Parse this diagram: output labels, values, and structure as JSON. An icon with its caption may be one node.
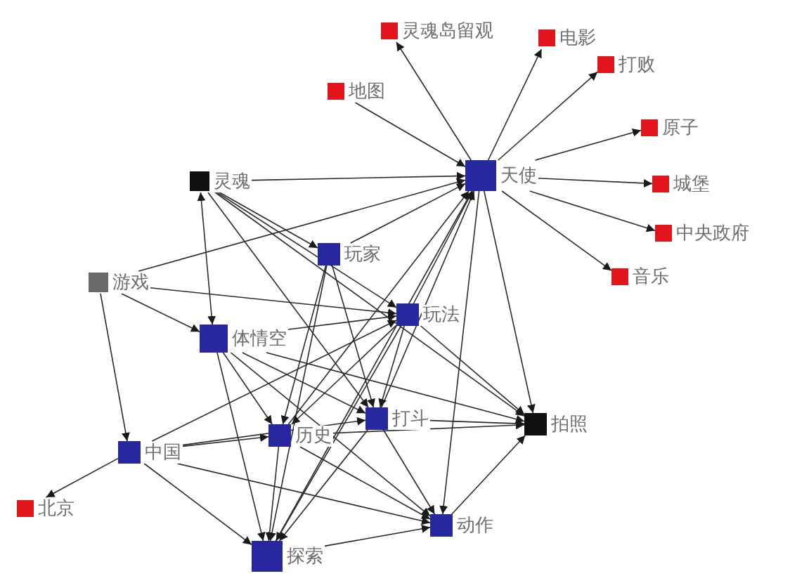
{
  "diagram": {
    "nodes": [
      {
        "text": [
          "灵魂岛留观"
        ]
      },
      {
        "text": [
          "电影"
        ]
      },
      {
        "text": [
          "打败"
        ]
      },
      {
        "text": [
          "地图"
        ]
      },
      {
        "text": [
          "原子"
        ]
      },
      {
        "text": [
          "天使"
        ]
      },
      {
        "text": [
          "灵魂"
        ]
      },
      {
        "text": [
          "城堡"
        ]
      },
      {
        "text": [
          "中央政府"
        ]
      },
      {
        "text": [
          "玩家"
        ]
      },
      {
        "text": [
          "音乐"
        ]
      },
      {
        "text": [
          "游戏"
        ]
      },
      {
        "text": [
          "玩法"
        ]
      },
      {
        "text": [
          "体情空"
        ]
      },
      {
        "text": [
          "打斗"
        ]
      },
      {
        "text": [
          "拍照"
        ]
      },
      {
        "text": [
          "历史"
        ]
      },
      {
        "text": [
          "中国"
        ]
      },
      {
        "text": [
          "北京"
        ]
      },
      {
        "text": [
          "动作"
        ]
      },
      {
        "text": [
          "探索"
        ]
      }
    ],
    "edges": [
      {
        "from": 5,
        "to": 0,
        "arrow": "to"
      },
      {
        "from": 5,
        "to": 1,
        "arrow": "to"
      },
      {
        "from": 5,
        "to": 2,
        "arrow": "to"
      },
      {
        "from": 3,
        "to": 5,
        "arrow": "to"
      },
      {
        "from": 5,
        "to": 4,
        "arrow": "to"
      },
      {
        "from": 5,
        "to": 7,
        "arrow": "to"
      },
      {
        "from": 5,
        "to": 8,
        "arrow": "to"
      },
      {
        "from": 5,
        "to": 10,
        "arrow": "to"
      },
      {
        "from": 6,
        "to": 5,
        "arrow": "to"
      },
      {
        "from": 11,
        "to": 5,
        "arrow": "to"
      },
      {
        "from": 9,
        "to": 5,
        "arrow": "to"
      },
      {
        "from": 12,
        "to": 5,
        "arrow": "to"
      },
      {
        "from": 16,
        "to": 5,
        "arrow": "to"
      },
      {
        "from": 14,
        "to": 5,
        "arrow": "to"
      },
      {
        "from": 20,
        "to": 5,
        "arrow": "to"
      },
      {
        "from": 5,
        "to": 15,
        "arrow": "to"
      },
      {
        "from": 5,
        "to": 19,
        "arrow": "to"
      },
      {
        "from": 6,
        "to": 13,
        "arrow": "both"
      },
      {
        "from": 6,
        "to": 9,
        "arrow": "to"
      },
      {
        "from": 6,
        "to": 12,
        "arrow": "to"
      },
      {
        "from": 6,
        "to": 14,
        "arrow": "to"
      },
      {
        "from": 6,
        "to": 15,
        "arrow": "to"
      },
      {
        "from": 11,
        "to": 12,
        "arrow": "to"
      },
      {
        "from": 11,
        "to": 17,
        "arrow": "to"
      },
      {
        "from": 11,
        "to": 13,
        "arrow": "to"
      },
      {
        "from": 9,
        "to": 20,
        "arrow": "to"
      },
      {
        "from": 9,
        "to": 16,
        "arrow": "to"
      },
      {
        "from": 9,
        "to": 14,
        "arrow": "to"
      },
      {
        "from": 13,
        "to": 12,
        "arrow": "to"
      },
      {
        "from": 12,
        "to": 16,
        "arrow": "to"
      },
      {
        "from": 12,
        "to": 20,
        "arrow": "to"
      },
      {
        "from": 12,
        "to": 15,
        "arrow": "to"
      },
      {
        "from": 12,
        "to": 14,
        "arrow": "to"
      },
      {
        "from": 13,
        "to": 15,
        "arrow": "to"
      },
      {
        "from": 13,
        "to": 19,
        "arrow": "to"
      },
      {
        "from": 13,
        "to": 20,
        "arrow": "to"
      },
      {
        "from": 13,
        "to": 14,
        "arrow": "to"
      },
      {
        "from": 13,
        "to": 16,
        "arrow": "to"
      },
      {
        "from": 14,
        "to": 15,
        "arrow": "to"
      },
      {
        "from": 14,
        "to": 19,
        "arrow": "to"
      },
      {
        "from": 14,
        "to": 20,
        "arrow": "to"
      },
      {
        "from": 17,
        "to": 14,
        "arrow": "to"
      },
      {
        "from": 16,
        "to": 19,
        "arrow": "to"
      },
      {
        "from": 16,
        "to": 20,
        "arrow": "to"
      },
      {
        "from": 17,
        "to": 16,
        "arrow": "to"
      },
      {
        "from": 17,
        "to": 18,
        "arrow": "to"
      },
      {
        "from": 17,
        "to": 20,
        "arrow": "to"
      },
      {
        "from": 17,
        "to": 19,
        "arrow": "to"
      },
      {
        "from": 17,
        "to": 12,
        "arrow": "to"
      },
      {
        "from": 19,
        "to": 15,
        "arrow": "to"
      },
      {
        "from": 20,
        "to": 19,
        "arrow": "to"
      },
      {
        "from": 16,
        "to": 15,
        "arrow": "to"
      }
    ]
  }
}
